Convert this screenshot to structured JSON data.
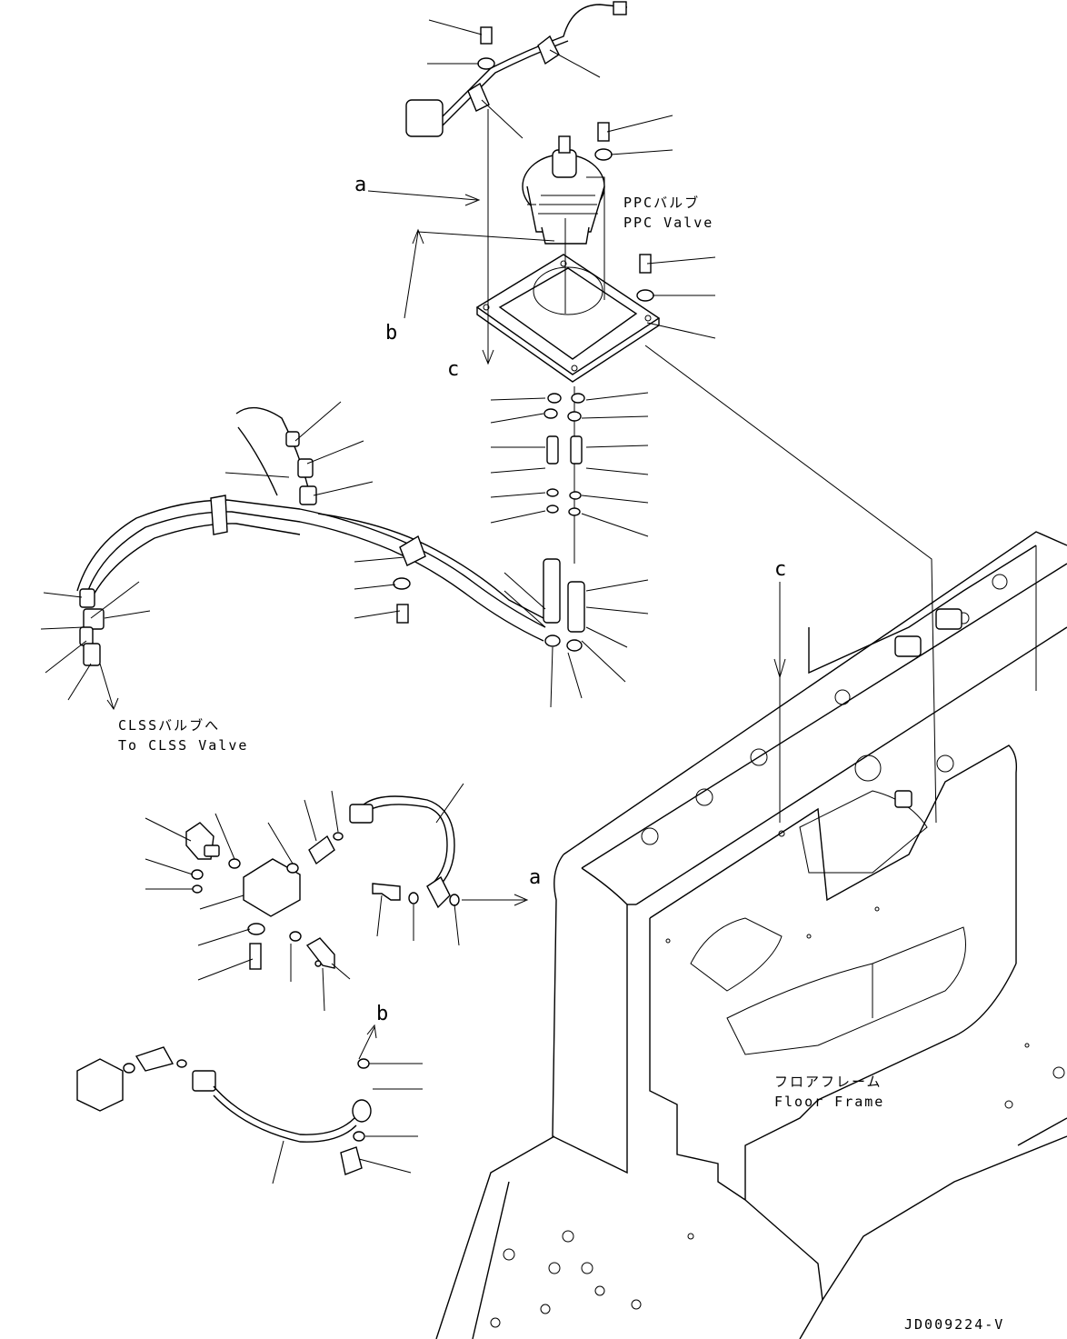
{
  "labels": {
    "a_top": "a",
    "b_top": "b",
    "c_top": "c",
    "c_right": "c",
    "a_mid": "a",
    "b_bottom": "b",
    "ppc_jp": "PPCバルブ",
    "ppc_en": "PPC Valve",
    "clss_jp": "CLSSバルブへ",
    "clss_en": "To CLSS Valve",
    "floor_jp": "フロアフレーム",
    "floor_en": "Floor Frame",
    "drawing_no": "JD009224-V"
  }
}
